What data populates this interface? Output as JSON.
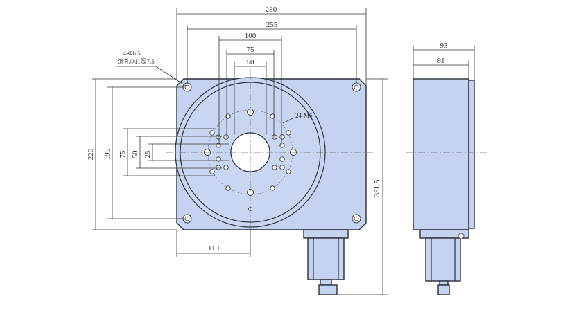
{
  "dimensions": {
    "overall_width": "280",
    "bolt_span": "255",
    "hole_span_100": "100",
    "hole_span_75": "75",
    "hole_span_50": "50",
    "overall_height": "220",
    "height_195": "195",
    "vertical_75": "75",
    "vertical_50": "50",
    "vertical_25": "25",
    "offset_110": "110",
    "total_height": "331.5",
    "side_width": "93",
    "side_inner_width": "81"
  },
  "notes": {
    "corner_holes_line1": "4-Φ6.5",
    "corner_holes_line2": "沉孔Φ11深7.5",
    "tapped_holes": "24-M6"
  },
  "colors": {
    "body_fill": "#c5d3f0",
    "outline": "#2a2f3a",
    "hole_fill": "#ffffff"
  }
}
